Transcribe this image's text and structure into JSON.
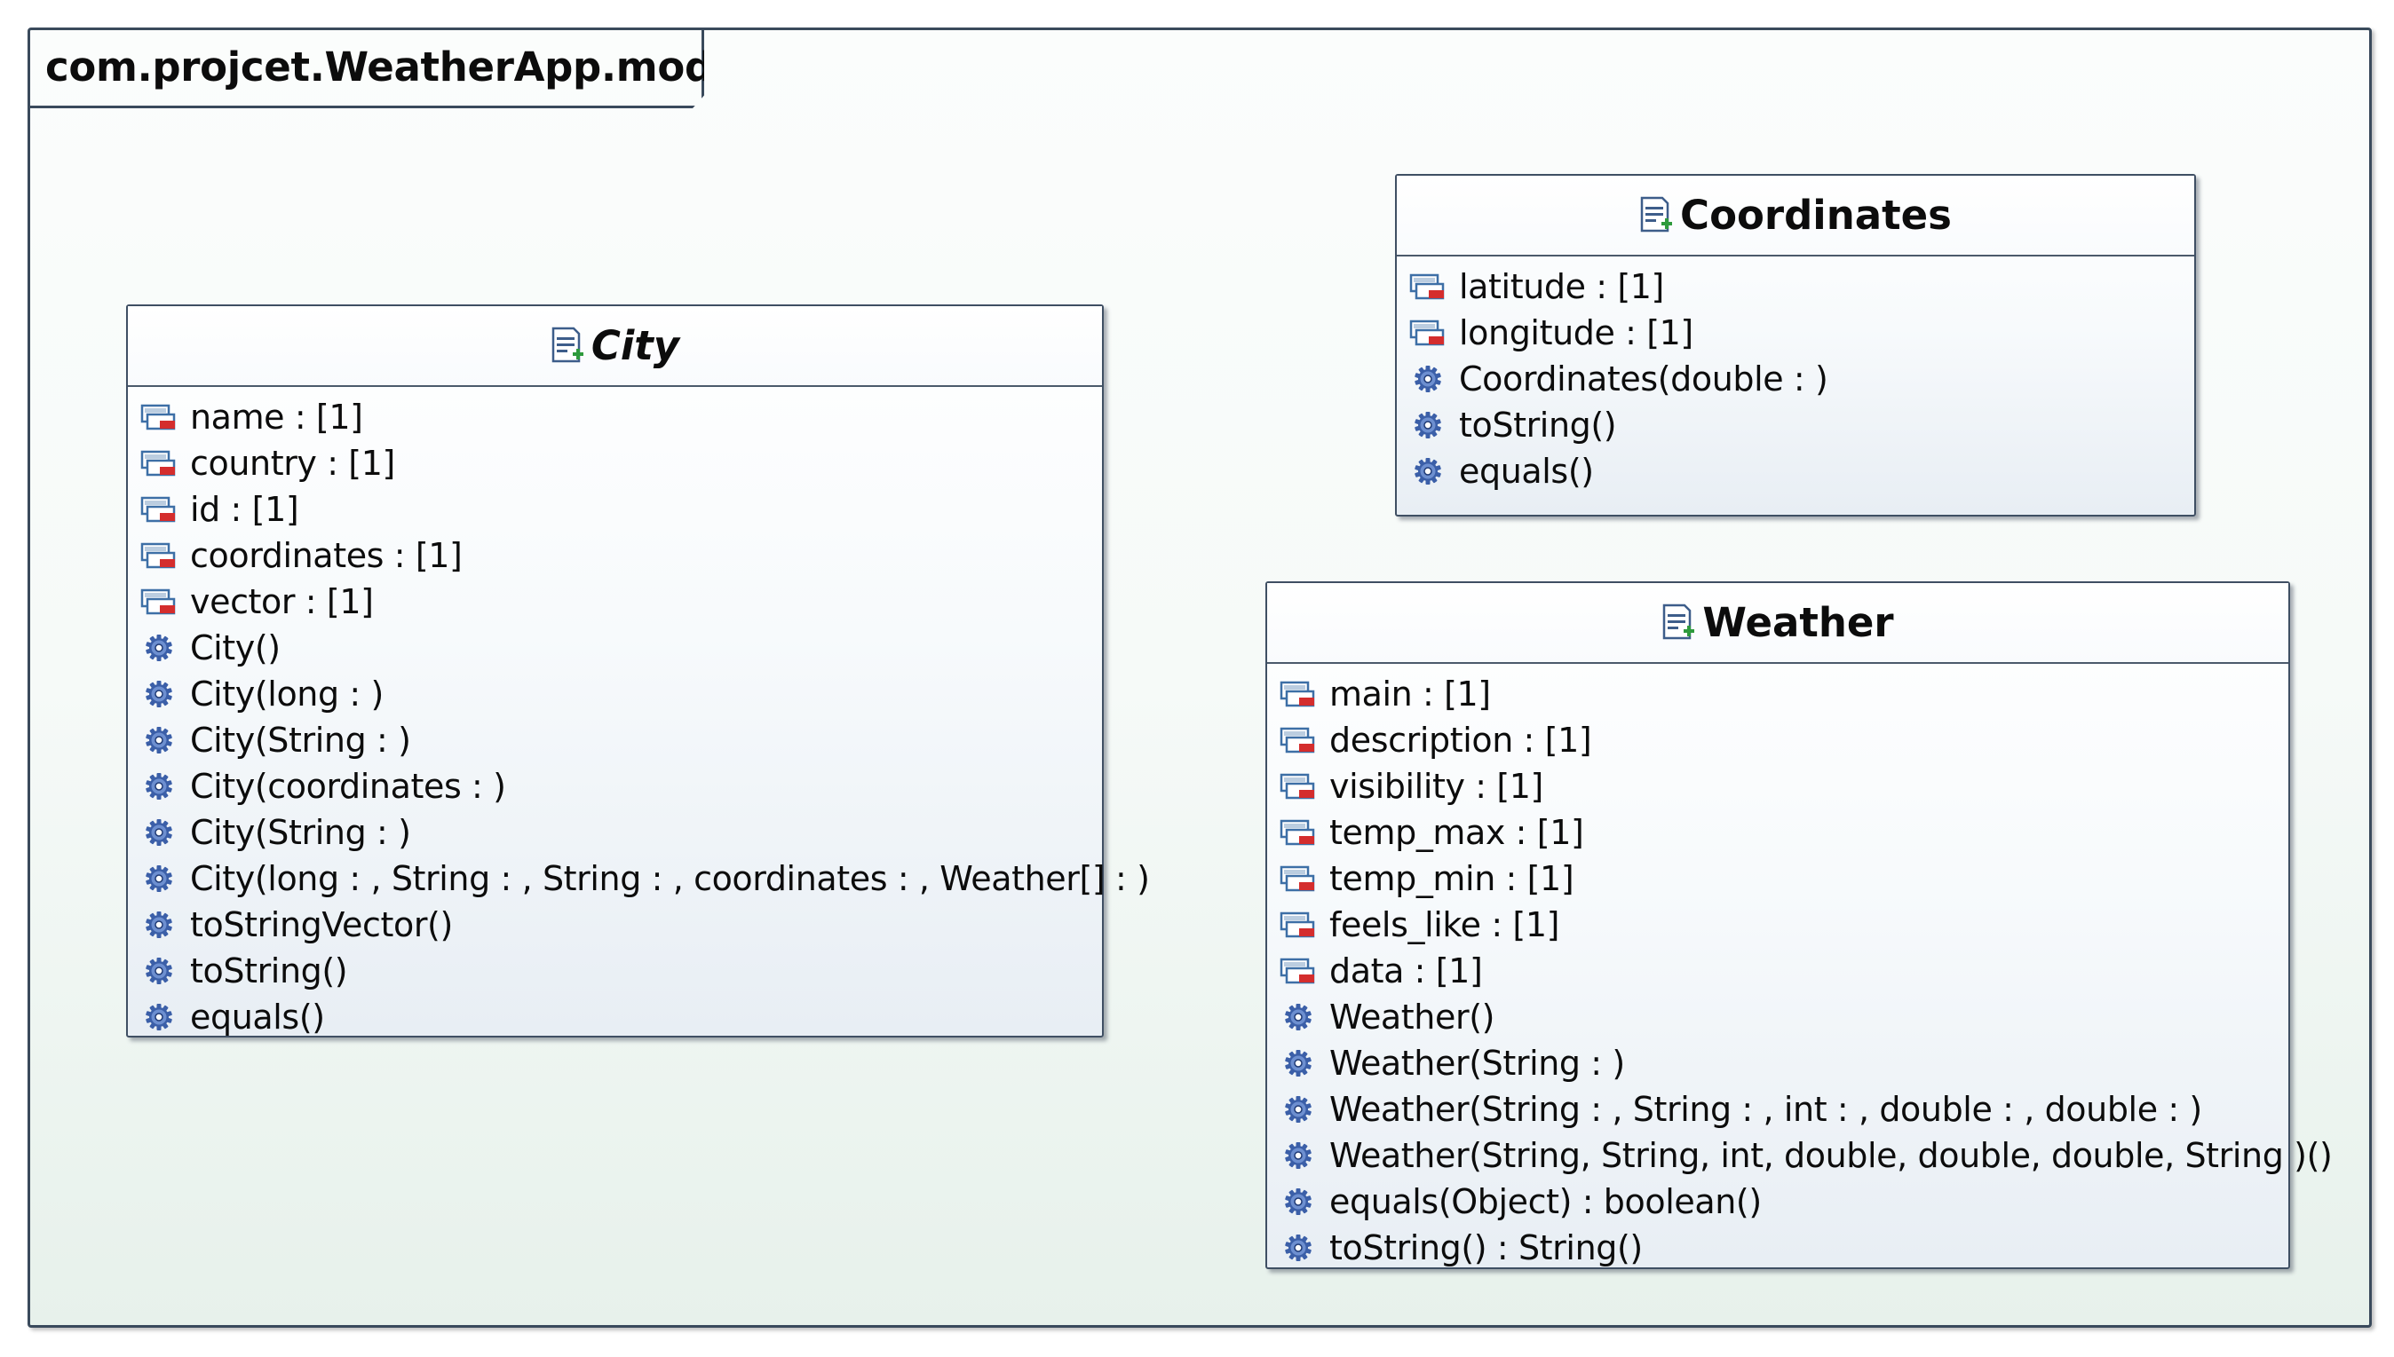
{
  "package": {
    "name": "com.projcet.WeatherApp.model",
    "icon": "folder-icon"
  },
  "classes": {
    "city": {
      "name": "City",
      "icon": "class-icon",
      "attributes": [
        "name :  [1]",
        "country :  [1]",
        "id :  [1]",
        "coordinates :  [1]",
        "vector :  [1]"
      ],
      "operations": [
        "City()",
        "City(long : )",
        "City(String : )",
        "City(coordinates : )",
        "City(String : )",
        "City(long : , String : , String : , coordinates : , Weather[] : )",
        "toStringVector()",
        "toString()",
        "equals()"
      ]
    },
    "coordinates": {
      "name": "Coordinates",
      "icon": "class-icon",
      "attributes": [
        "latitude :  [1]",
        "longitude :  [1]"
      ],
      "operations": [
        "Coordinates(double : )",
        "toString()",
        "equals()"
      ]
    },
    "weather": {
      "name": "Weather",
      "icon": "class-icon",
      "attributes": [
        "main :  [1]",
        "description :  [1]",
        "visibility :  [1]",
        "temp_max :  [1]",
        "temp_min :  [1]",
        "feels_like :  [1]",
        "data :  [1]"
      ],
      "operations": [
        "Weather()",
        "Weather(String : )",
        "Weather(String : , String : , int : , double : , double : )",
        "Weather(String, String, int, double, double, double, String )()",
        "equals(Object) : boolean()",
        "toString() : String()"
      ]
    }
  },
  "icons": {
    "attribute": "field-icon",
    "operation": "gear-icon"
  },
  "colors": {
    "border": "#3f4f63",
    "field_blue": "#3d6fa6",
    "field_red": "#d42d2d",
    "gear": "#3b5fa8",
    "class_icon_plus": "#2e9a3c"
  }
}
